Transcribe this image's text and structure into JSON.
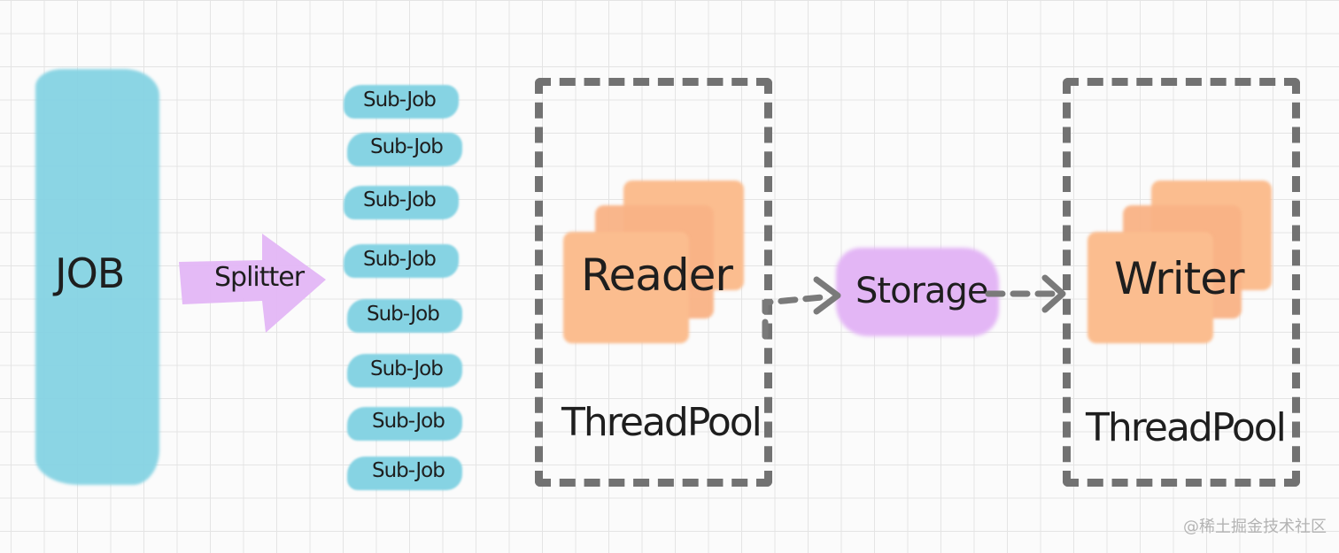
{
  "job": {
    "label": "JOB"
  },
  "splitter": {
    "label": "Splitter"
  },
  "subjobs": [
    "Sub-Job",
    "Sub-Job",
    "Sub-Job",
    "Sub-Job",
    "Sub-Job",
    "Sub-Job",
    "Sub-Job",
    "Sub-Job"
  ],
  "reader": {
    "label": "Reader",
    "pool_label": "ThreadPool"
  },
  "storage": {
    "label": "Storage"
  },
  "writer": {
    "label": "Writer",
    "pool_label": "ThreadPool"
  },
  "watermark": "@稀土掘金技术社区",
  "colors": {
    "job": "#86d3e3",
    "splitter": "#e3b6f5",
    "storage": "#e3b6f5",
    "worker": "#fbbd8f",
    "dashed_border": "#727272",
    "arrow": "#7a7a7a"
  }
}
